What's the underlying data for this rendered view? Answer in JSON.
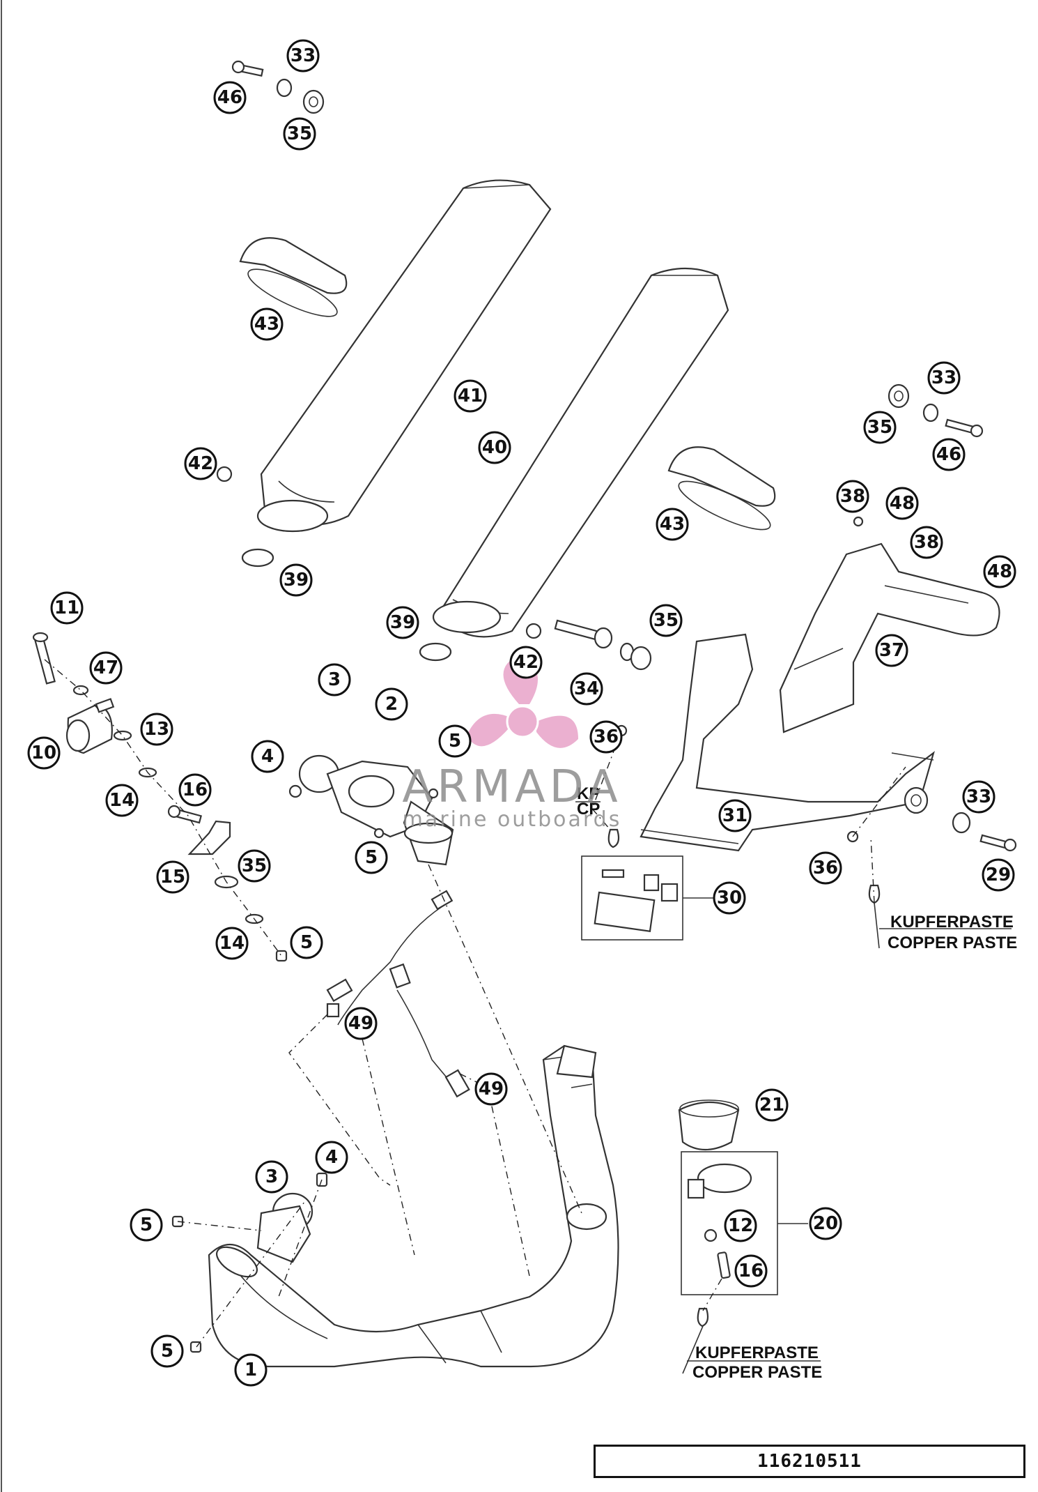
{
  "callouts": {
    "c33a": "33",
    "c46a": "46",
    "c35a": "35",
    "c43a": "43",
    "c41": "41",
    "c40": "40",
    "c42a": "42",
    "c39a": "39",
    "c43b": "43",
    "c33b": "33",
    "c35b": "35",
    "c46b": "46",
    "c38a": "38",
    "c48a": "48",
    "c38b": "38",
    "c48b": "48",
    "c37": "37",
    "c39b": "39",
    "c35c": "35",
    "c42b": "42",
    "c34": "34",
    "c36a": "36",
    "c3a": "3",
    "c2": "2",
    "c5a": "5",
    "c4a": "4",
    "c11": "11",
    "c47": "47",
    "c10": "10",
    "c13": "13",
    "c14a": "14",
    "c16a": "16",
    "c5b": "5",
    "c15": "15",
    "c35d": "35",
    "c31": "31",
    "c33c": "33",
    "c36b": "36",
    "c29": "29",
    "c30": "30",
    "c14b": "14",
    "c5c": "5",
    "c49a": "49",
    "c49b": "49",
    "c21": "21",
    "c3b": "3",
    "c4b": "4",
    "c5d": "5",
    "c20": "20",
    "c12": "12",
    "c16b": "16",
    "c5e": "5",
    "c1": "1"
  },
  "labels": {
    "kp": "KP",
    "cp": "CP",
    "paste_de_1": "KUPFERPASTE",
    "paste_en_1": "COPPER PASTE",
    "paste_de_2": "KUPFERPASTE",
    "paste_en_2": "COPPER PASTE"
  },
  "watermark": {
    "brand": "ARMADA",
    "tagline": "marine outboards",
    "logo_color": "#e8a3c8"
  },
  "document_number": "116210511"
}
